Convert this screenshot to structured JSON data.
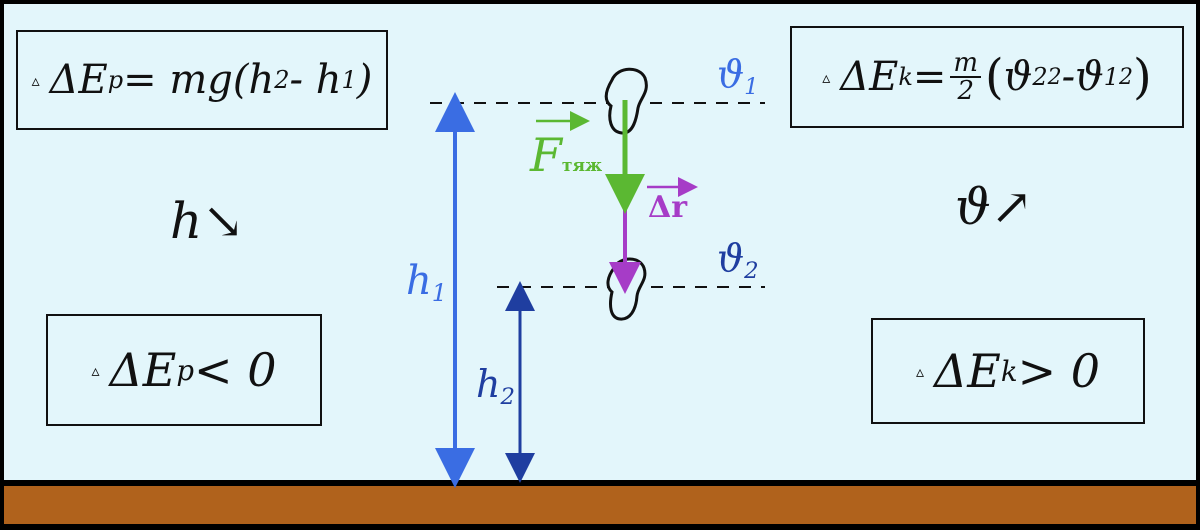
{
  "formulas": {
    "ep_def": {
      "prefix": "ΔE",
      "sub": "p",
      "rhs": "= mg(h",
      "h2": "2",
      "mid": " - h",
      "h1": "1",
      "close": ")"
    },
    "ek_def": {
      "prefix": "ΔE",
      "sub": "k",
      "eq": "=",
      "num": "m",
      "den": "2",
      "open": "(",
      "v_a": "ϑ",
      "v_a_sub": "2",
      "sq_a": "2",
      "minus": " - ",
      "v_b": "ϑ",
      "v_b_sub": "1",
      "sq_b": "2",
      "close": ")"
    },
    "ep_sign": {
      "prefix": "ΔE",
      "sub": "p",
      "rel": " < 0"
    },
    "ek_sign": {
      "prefix": "ΔE",
      "sub": "k",
      "rel": " > 0"
    }
  },
  "trend_h": {
    "symbol": "h",
    "arrow": "↘"
  },
  "trend_v": {
    "symbol": "ϑ",
    "arrow": "↗"
  },
  "labels": {
    "v1": {
      "base": "ϑ",
      "sub": "1"
    },
    "v2": {
      "base": "ϑ",
      "sub": "2"
    },
    "h1": {
      "base": "h",
      "sub": "1"
    },
    "h2": {
      "base": "h",
      "sub": "2"
    },
    "force": {
      "base": "F",
      "sub": "тяж"
    },
    "displacement": "Δr"
  },
  "colors": {
    "background": "#e3f6fb",
    "ground": "#b0621c",
    "h1_arrow": "#3a6de3",
    "h2_arrow": "#1f3ea0",
    "force": "#5bb832",
    "displacement": "#a63cc7",
    "ink": "#111111"
  }
}
